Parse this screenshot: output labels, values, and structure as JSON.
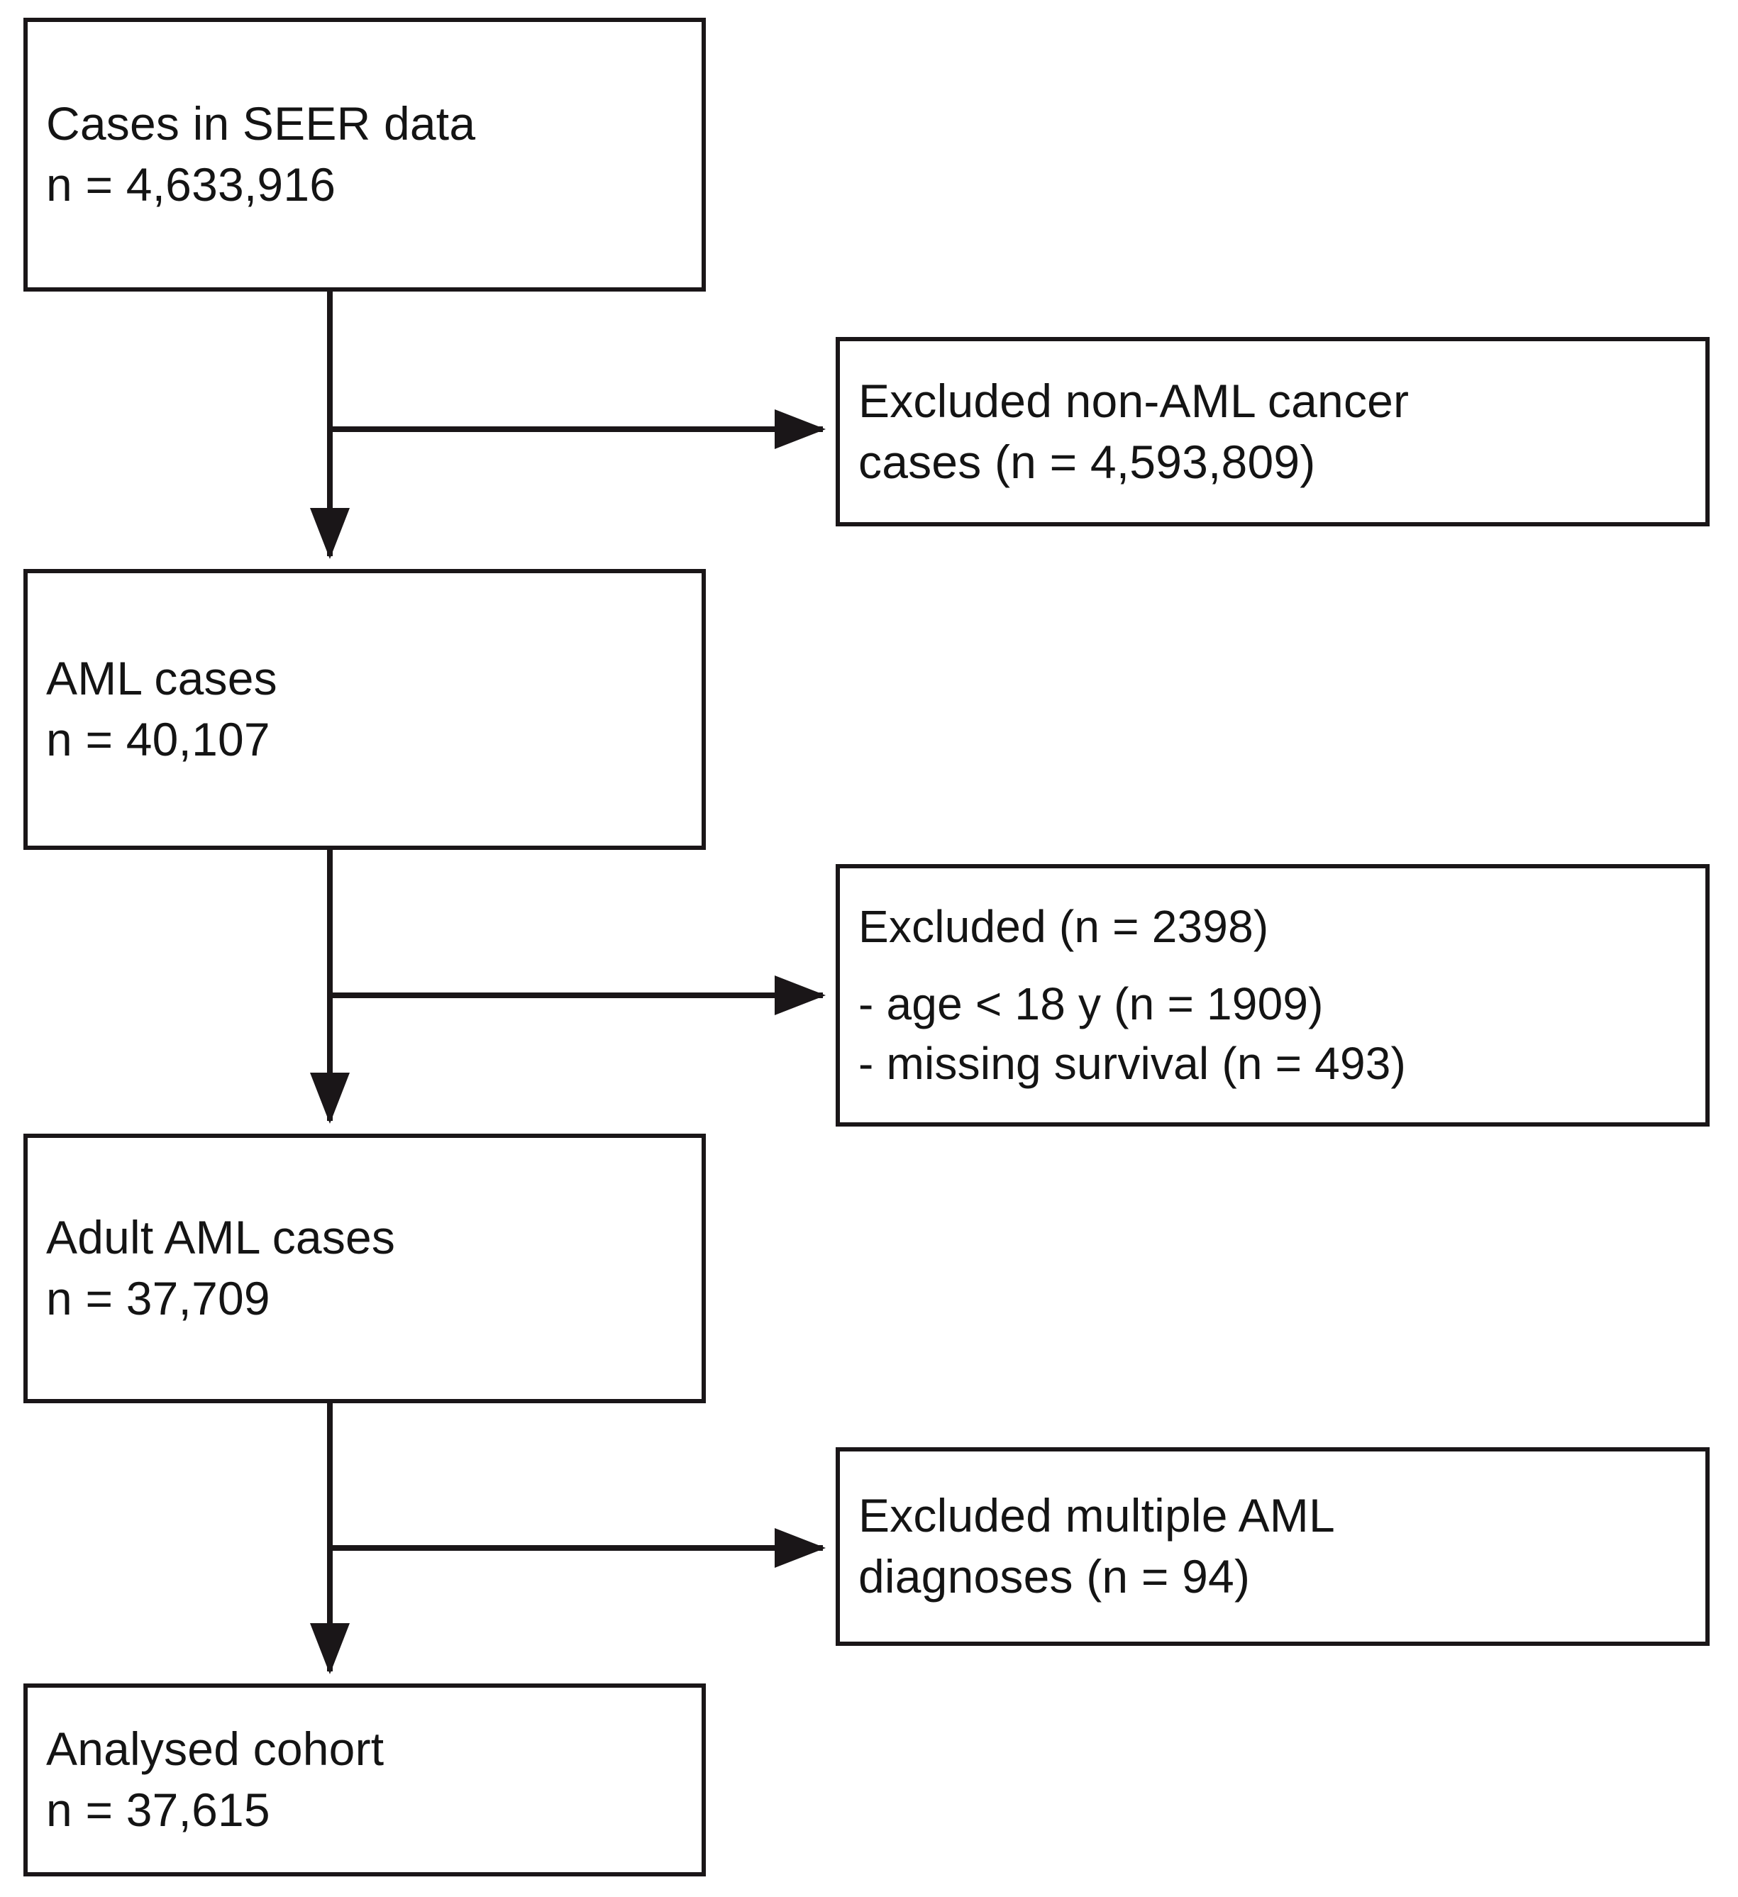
{
  "figure": {
    "type": "flowchart",
    "orientation": "top-to-bottom with right-side exclusion branches",
    "line_color": "#1a1618",
    "background_color": "#ffffff"
  },
  "nodes": {
    "seer": {
      "label": "Cases in SEER data",
      "count_line": "n = 4,633,916",
      "n": 4633916
    },
    "aml": {
      "label": "AML cases",
      "count_line": "n = 40,107",
      "n": 40107
    },
    "adult": {
      "label": "Adult AML cases",
      "count_line": "n = 37,709",
      "n": 37709
    },
    "cohort": {
      "label": "Analysed cohort",
      "count_line": "n = 37,615",
      "n": 37615
    }
  },
  "exclusions": {
    "non_aml": {
      "line1": "Excluded non-AML cancer",
      "line2": "cases (n = 4,593,809)",
      "n": 4593809
    },
    "age_survival": {
      "line1": "Excluded (n = 2398)",
      "line2": "- age < 18 y (n = 1909)",
      "line3": "- missing survival (n = 493)",
      "n_total": 2398,
      "n_age_under_18": 1909,
      "n_missing_survival": 493
    },
    "multiple_aml": {
      "line1": "Excluded multiple AML",
      "line2": "diagnoses (n = 94)",
      "n": 94
    }
  },
  "connectors": {
    "down_arrow_1": "seer-to-aml",
    "down_arrow_2": "aml-to-adult",
    "down_arrow_3": "adult-to-cohort",
    "side_arrow_1": "to-excluded-non-aml",
    "side_arrow_2": "to-excluded-age-survival",
    "side_arrow_3": "to-excluded-multiple-aml"
  }
}
